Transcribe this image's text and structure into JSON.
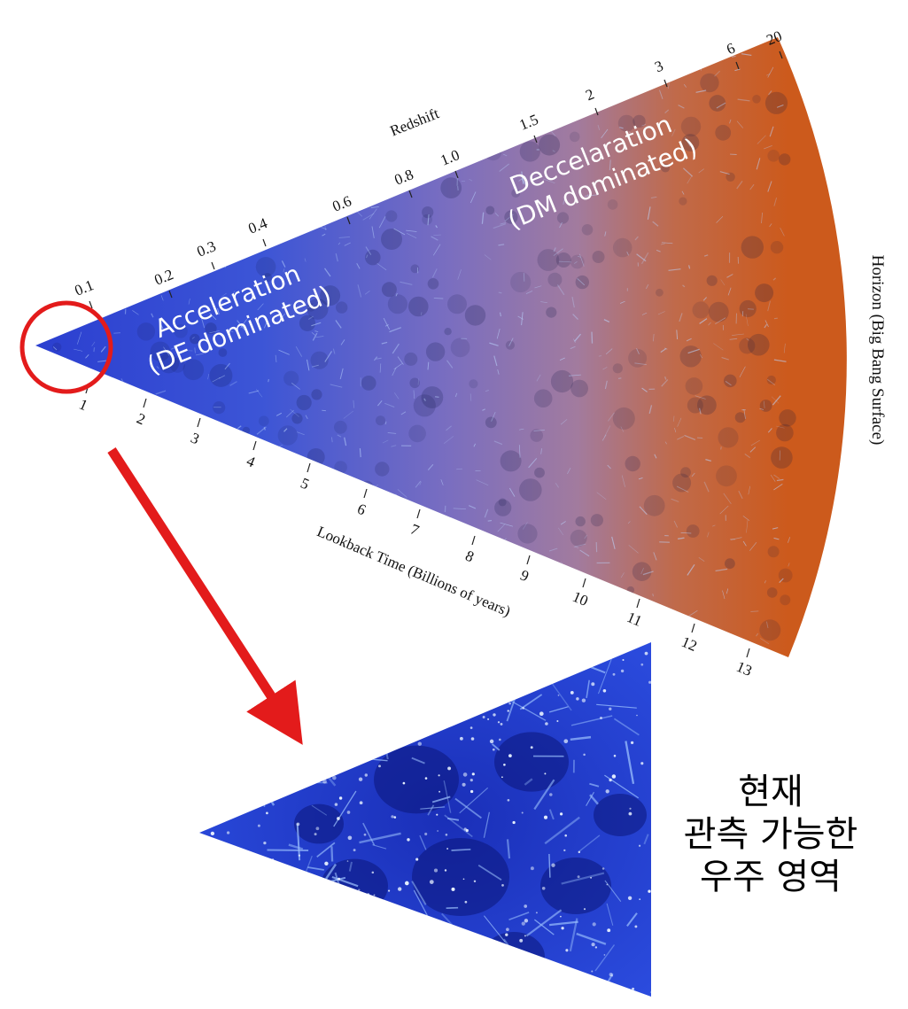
{
  "figure": {
    "redshift_axis": {
      "label": "Redshift",
      "ticks": [
        "0.1",
        "0.2",
        "0.3",
        "0.4",
        "0.6",
        "0.8",
        "1.0",
        "1.5",
        "2",
        "3",
        "6",
        "20"
      ]
    },
    "lookback_axis": {
      "label": "Lookback Time (Billions of years)",
      "ticks": [
        "1",
        "2",
        "3",
        "4",
        "5",
        "6",
        "7",
        "8",
        "9",
        "10",
        "11",
        "12",
        "13"
      ]
    },
    "horizon_label": "Horizon (Big Bang Surface)",
    "acceleration_label": [
      "Acceleration",
      "(DE dominated)"
    ],
    "deceleration_label": [
      "Deccelaration",
      "(DM dominated)"
    ]
  },
  "caption": [
    "현재",
    "관측 가능한",
    "우주 영역"
  ],
  "colors": {
    "near_blue": "#2f49d8",
    "mid_purple": "#8f74b8",
    "far_orange": "#c95d20",
    "highlight_red": "#e31b1b",
    "filament": "#bcd6ff"
  }
}
